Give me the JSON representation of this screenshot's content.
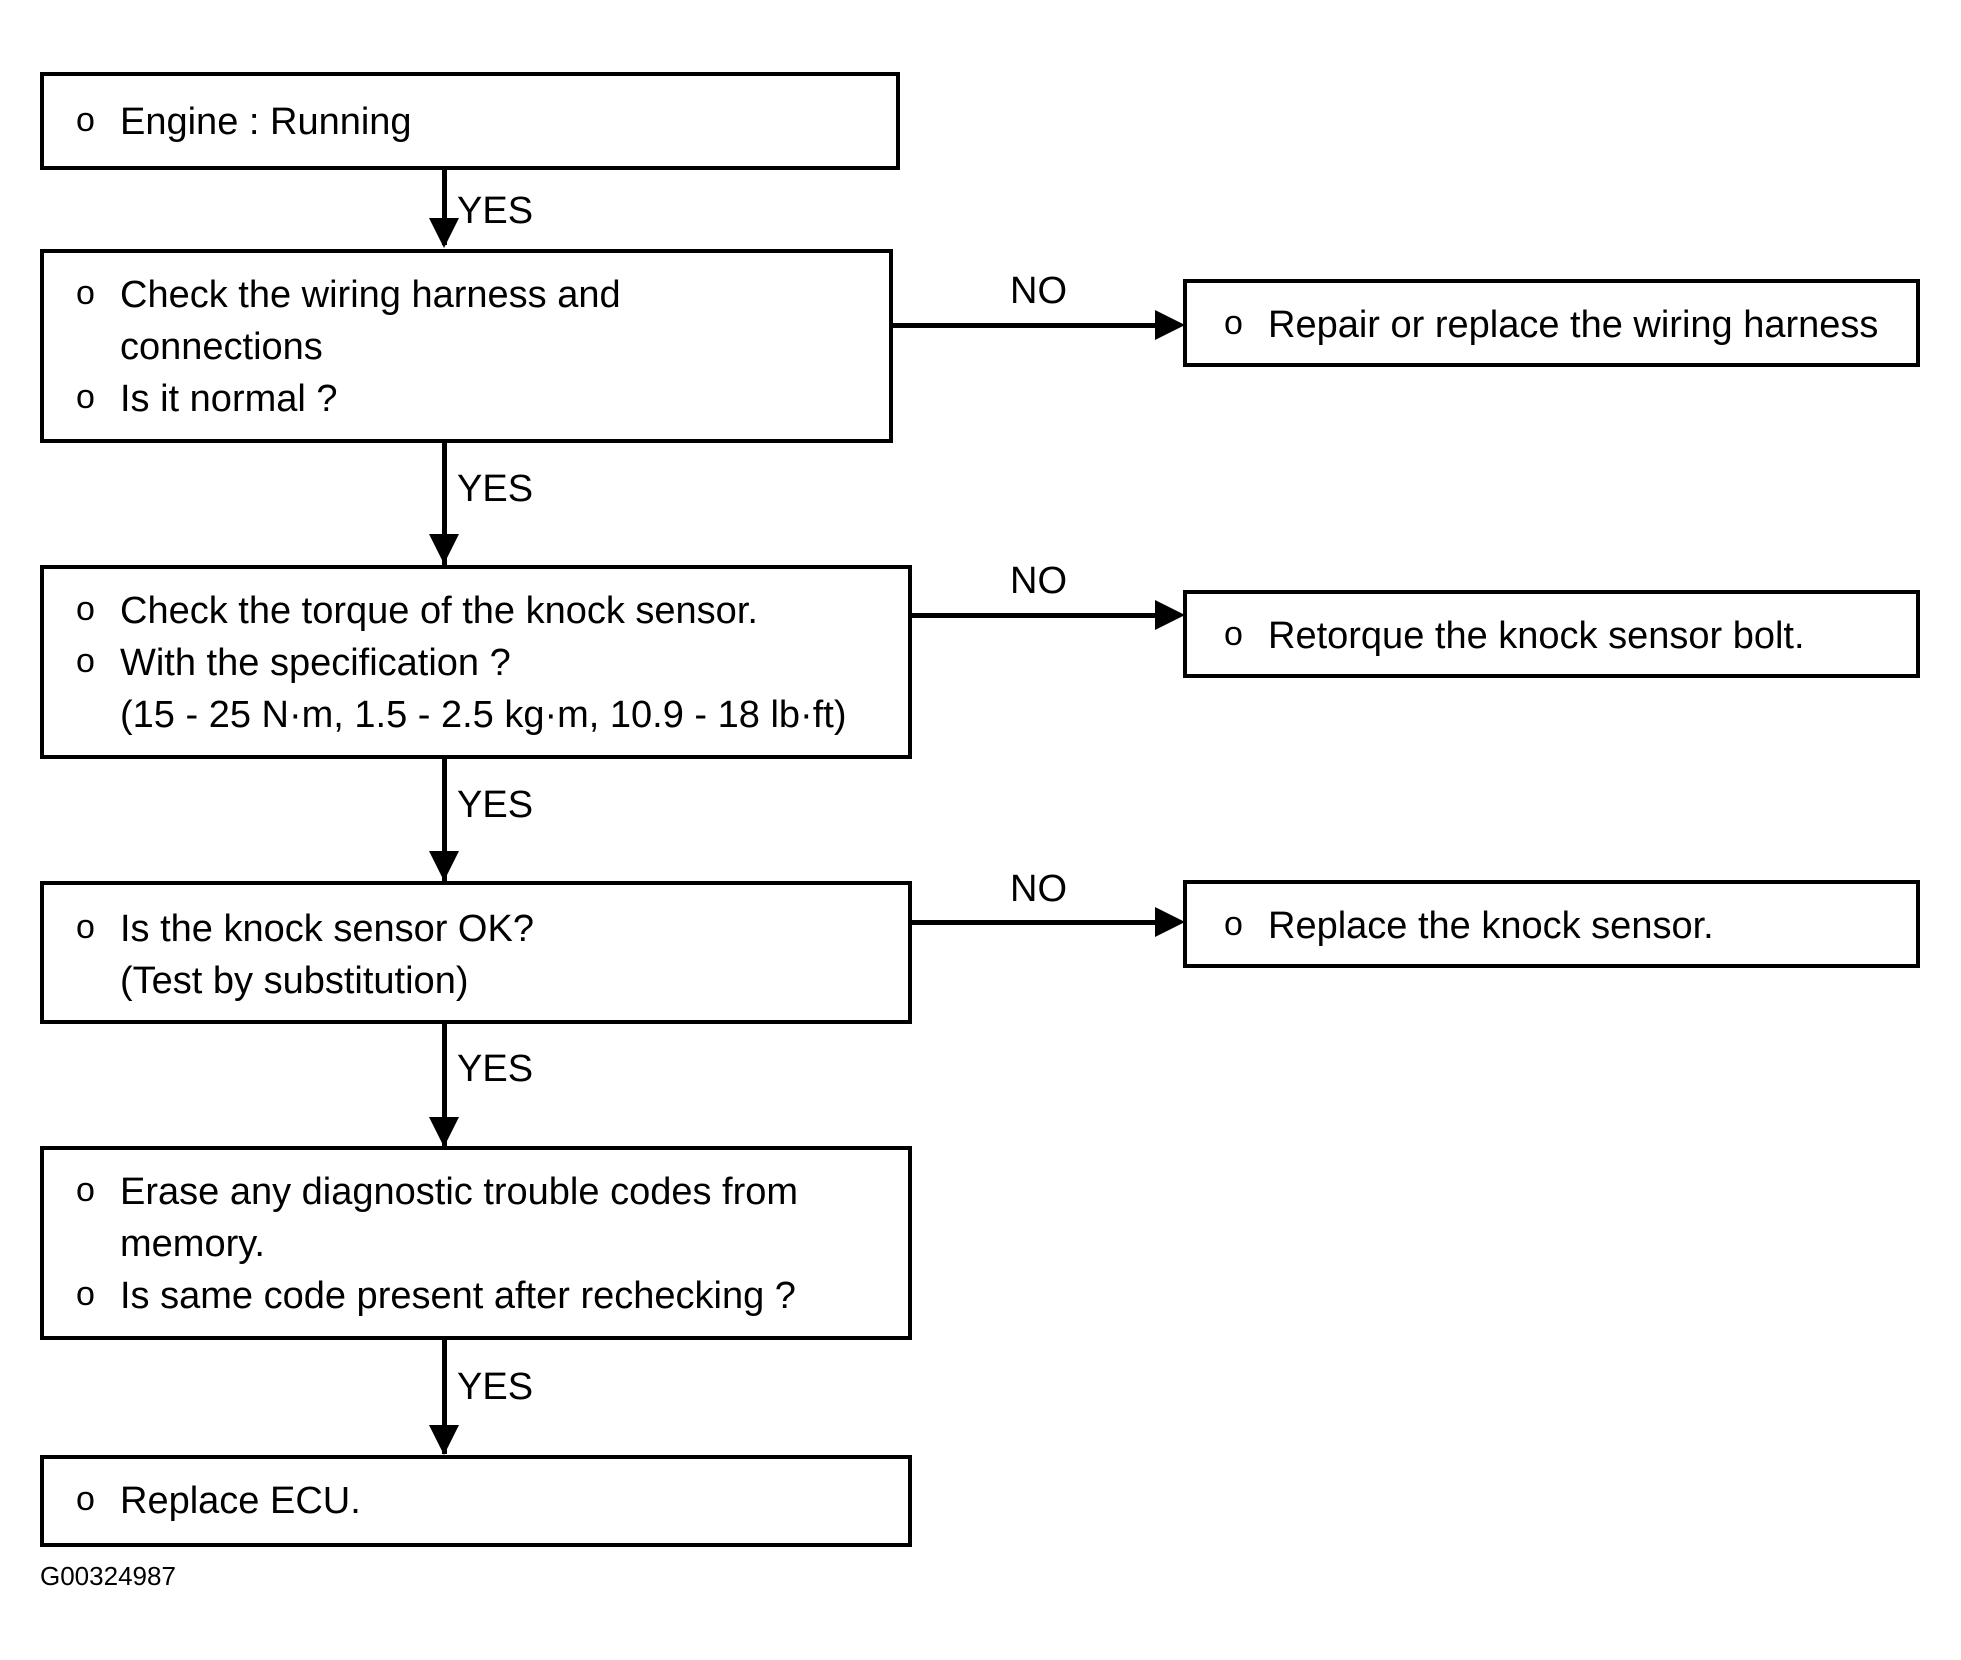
{
  "diagram": {
    "figure_id": "G00324987",
    "nodes": [
      {
        "id": "engine-running",
        "lines": [
          {
            "bullet": "o",
            "text": "Engine : Running"
          }
        ]
      },
      {
        "id": "check-wiring-harness",
        "lines": [
          {
            "bullet": "o",
            "text": "Check the wiring harness and"
          },
          {
            "bullet": "",
            "text": "connections"
          },
          {
            "bullet": "o",
            "text": "Is it normal ?"
          }
        ]
      },
      {
        "id": "repair-wiring-harness",
        "lines": [
          {
            "bullet": "o",
            "text": "Repair or replace the wiring harness"
          }
        ]
      },
      {
        "id": "check-torque",
        "lines": [
          {
            "bullet": "o",
            "text": "Check the torque of the knock sensor."
          },
          {
            "bullet": "o",
            "text": "With the specification ?"
          },
          {
            "bullet": "",
            "text": "(15 - 25 N·m, 1.5 - 2.5 kg·m, 10.9 - 18 lb·ft)"
          }
        ]
      },
      {
        "id": "retorque-bolt",
        "lines": [
          {
            "bullet": "o",
            "text": "Retorque the knock sensor bolt."
          }
        ]
      },
      {
        "id": "knock-sensor-ok",
        "lines": [
          {
            "bullet": "o",
            "text": "Is the knock sensor OK?"
          },
          {
            "bullet": "",
            "text": "(Test by substitution)"
          }
        ]
      },
      {
        "id": "replace-knock-sensor",
        "lines": [
          {
            "bullet": "o",
            "text": "Replace the knock sensor."
          }
        ]
      },
      {
        "id": "erase-codes",
        "lines": [
          {
            "bullet": "o",
            "text": "Erase any diagnostic trouble codes from"
          },
          {
            "bullet": "",
            "text": "memory."
          },
          {
            "bullet": "o",
            "text": "Is same code present after rechecking ?"
          }
        ]
      },
      {
        "id": "replace-ecu",
        "lines": [
          {
            "bullet": "o",
            "text": "Replace ECU."
          }
        ]
      }
    ],
    "edges": [
      {
        "id": "engine-to-wiring",
        "label": "YES"
      },
      {
        "id": "wiring-to-repair",
        "label": "NO"
      },
      {
        "id": "wiring-to-torque",
        "label": "YES"
      },
      {
        "id": "torque-to-retorque",
        "label": "NO"
      },
      {
        "id": "torque-to-sensor",
        "label": "YES"
      },
      {
        "id": "sensor-to-replace",
        "label": "NO"
      },
      {
        "id": "sensor-to-erase",
        "label": "YES"
      },
      {
        "id": "erase-to-ecu",
        "label": "YES"
      }
    ]
  }
}
